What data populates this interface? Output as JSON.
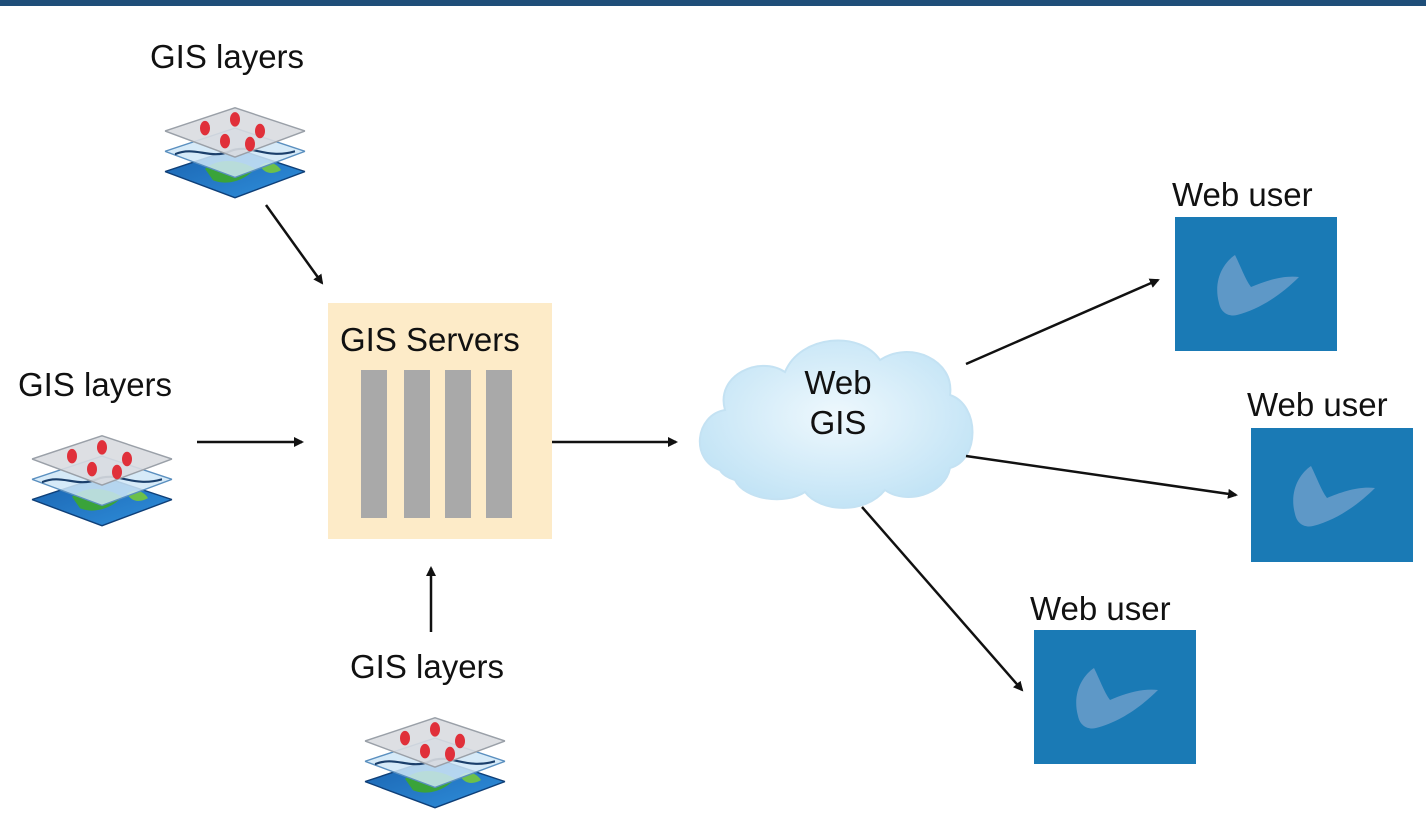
{
  "diagram": {
    "sources": [
      {
        "label": "GIS layers"
      },
      {
        "label": "GIS layers"
      },
      {
        "label": "GIS layers"
      }
    ],
    "server": {
      "label": "GIS Servers"
    },
    "cloud": {
      "line1": "Web",
      "line2": "GIS"
    },
    "users": [
      {
        "label": "Web user"
      },
      {
        "label": "Web user"
      },
      {
        "label": "Web user"
      }
    ]
  },
  "colors": {
    "header_bar": "#1f4e79",
    "server_box": "#fdebc8",
    "server_bar": "#a9a9a9",
    "cloud_fill": "#d4ecf8",
    "user_box": "#1a7ab5",
    "user_shape": "#5e98c7"
  },
  "icons": {
    "layers": "gis-layers-icon",
    "cloud": "cloud-icon",
    "user": "web-user-screen-icon"
  }
}
